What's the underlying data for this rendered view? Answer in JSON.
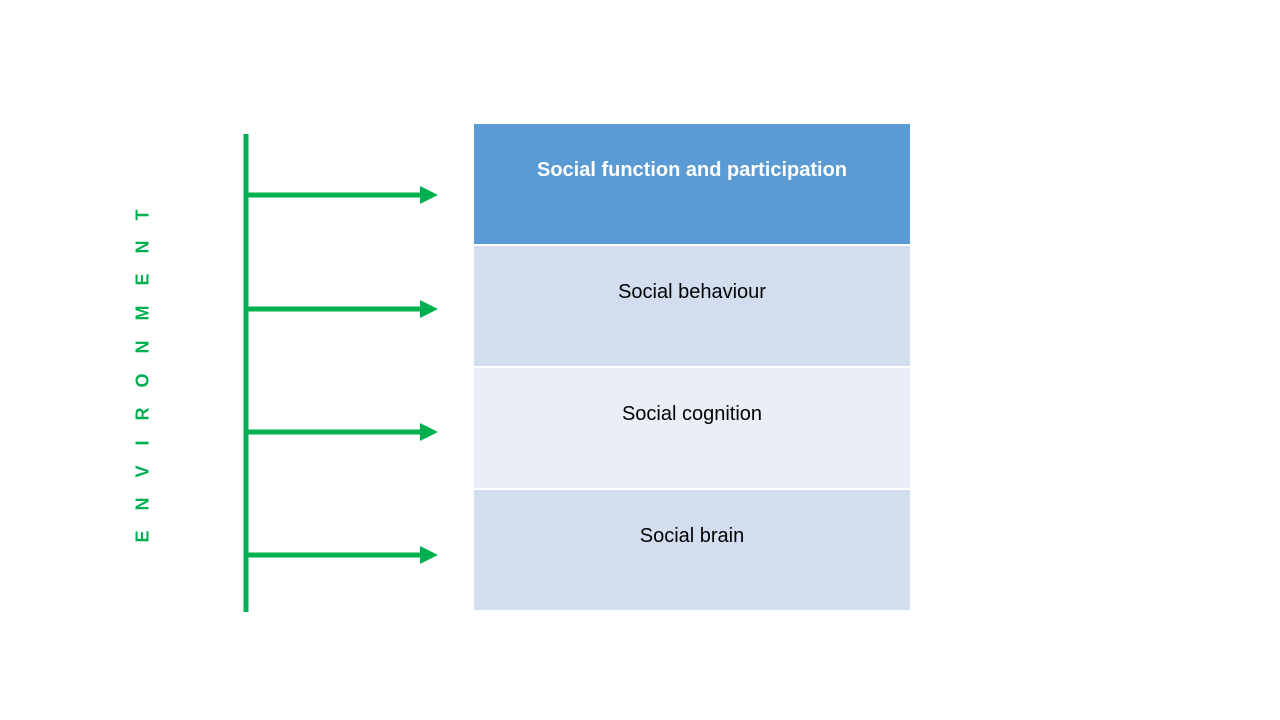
{
  "environment_label": "ENVIRONMENT",
  "levels": [
    {
      "label": "Social function and participation"
    },
    {
      "label": "Social behaviour"
    },
    {
      "label": "Social cognition"
    },
    {
      "label": "Social brain"
    }
  ],
  "colors": {
    "arrow": "#00b050",
    "top_box": "#5b9bd5",
    "box_dark": "#d2deef",
    "box_light": "#eaeff7"
  }
}
